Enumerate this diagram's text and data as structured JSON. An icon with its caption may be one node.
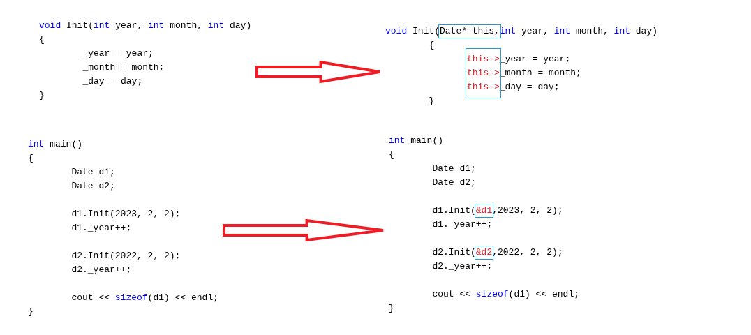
{
  "diagram": {
    "nodes": [
      {
        "text": [
          "void",
          "Init(",
          "int",
          "year,",
          "int",
          "month,",
          "int",
          "day)",
          "{",
          "_year = year;",
          "_month = month;",
          "_day = day;",
          "}"
        ]
      },
      {
        "text": [
          "void",
          "Init(",
          "int",
          "year,",
          "int",
          "month,",
          "int",
          "day)",
          "{",
          "_year = year;",
          "_month = month;",
          "_day = day;",
          "}"
        ]
      },
      {
        "text": [
          "Date* this,"
        ],
        "in": 1
      },
      {
        "text": [
          "this->",
          "this->",
          "this->"
        ],
        "in": 1
      },
      {
        "text": [
          "int",
          "main()",
          "{",
          "Date d1;",
          "Date d2;",
          "d1.Init(2023, 2, 2);",
          "d1._year++;",
          "d2.Init(2022, 2, 2);",
          "d2._year++;",
          "cout <<",
          "sizeof",
          "(d1) << endl;",
          "}"
        ]
      },
      {
        "text": [
          "int",
          "main()",
          "{",
          "Date d1;",
          "Date d2;",
          "d1.Init(",
          ",2023, 2, 2);",
          "d1._year++;",
          "d2.Init(",
          ",2022, 2, 2);",
          "d2._year++;",
          "cout <<",
          "sizeof",
          "(d1) << endl;",
          "}"
        ]
      },
      {
        "text": [
          "&d1"
        ],
        "in": 5
      },
      {
        "text": [
          "&d2"
        ],
        "in": 5
      }
    ],
    "edges": [
      {
        "from": 0,
        "to": 1,
        "arrow": "to"
      },
      {
        "from": 4,
        "to": 5,
        "arrow": "to"
      }
    ]
  }
}
